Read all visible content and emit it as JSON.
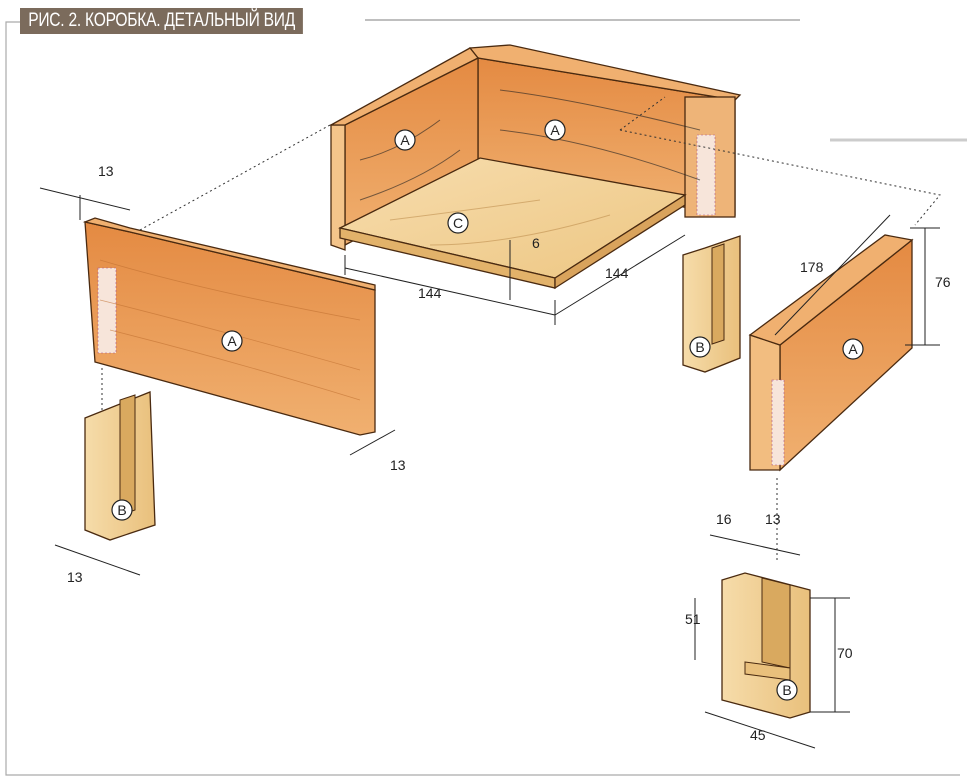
{
  "title": "РИС. 2. КОРОБКА. ДЕТАЛЬНЫЙ ВИД",
  "parts": {
    "back_left_side": "A",
    "back_panel": "A",
    "bottom": "C",
    "front_panel": "A",
    "right_panel": "A",
    "leg_left": "B",
    "leg_middle": "B",
    "leg_detail": "B"
  },
  "dimensions": {
    "front_top_offset": "13",
    "front_bottom_offset": "13",
    "leg_left_width": "13",
    "bottom_thickness": "6",
    "bottom_length": "144",
    "bottom_width": "144",
    "side_length": "178",
    "side_height": "76",
    "leg_slot_width": "16",
    "leg_wall": "13",
    "leg_slot_depth": "51",
    "leg_height": "70",
    "leg_width": "45"
  },
  "colors": {
    "title_bg": "#7b6b5c",
    "wood_face": "#e89a52",
    "wood_light": "#f3d9a8",
    "leg": "#f0d49a"
  }
}
